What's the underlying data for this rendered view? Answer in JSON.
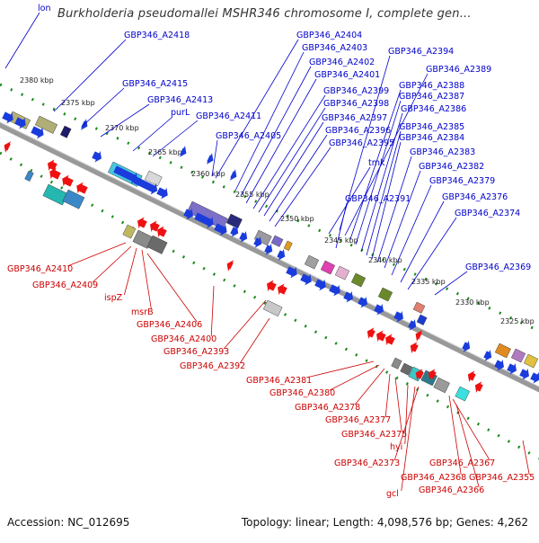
{
  "title": "Burkholderia pseudomallei MSHR346 chromosome I, complete gen...",
  "footer": {
    "accession": "Accession: NC_012695",
    "summary": "Topology: linear; Length: 4,098,576 bp; Genes: 4,262"
  },
  "colors": {
    "axis": "#888888",
    "top_label": "#0000cc",
    "bottom_label": "#cc0000",
    "forward_gene": "#1a3cdc",
    "reverse_gene": "#ee1111",
    "scale_dot": "#1a8a1a"
  },
  "scale_ticks": [
    "2380 kbp",
    "2375 kbp",
    "2370 kbp",
    "2365 kbp",
    "2360 kbp",
    "2355 kbp",
    "2350 kbp",
    "2345 kbp",
    "2340 kbp",
    "2335 kbp",
    "2330 kbp",
    "2325 kbp"
  ],
  "top_labels": [
    "lon",
    "GBP346_A2418",
    "GBP346_A2415",
    "GBP346_A2413",
    "purL",
    "GBP346_A2411",
    "GBP346_A2405",
    "GBP346_A2404",
    "GBP346_A2403",
    "GBP346_A2402",
    "GBP346_A2401",
    "GBP346_A2399",
    "GBP346_A2398",
    "GBP346_A2397",
    "GBP346_A2396",
    "GBP346_A2395",
    "tmk",
    "GBP346_A2391",
    "GBP346_A2394",
    "GBP346_A2389",
    "GBP346_A2388",
    "GBP346_A2387",
    "GBP346_A2386",
    "GBP346_A2385",
    "GBP346_A2384",
    "GBP346_A2383",
    "GBP346_A2382",
    "GBP346_A2379",
    "GBP346_A2376",
    "GBP346_A2374",
    "GBP346_A2369"
  ],
  "bottom_labels": [
    "GBP346_A2410",
    "GBP346_A2409",
    "ispZ",
    "msrB",
    "GBP346_A2406",
    "GBP346_A2400",
    "GBP346_A2393",
    "GBP346_A2392",
    "GBP346_A2381",
    "GBP346_A2380",
    "GBP346_A2378",
    "GBP346_A2377",
    "GBP346_A2375",
    "hyi",
    "GBP346_A2373",
    "GBP346_A2368",
    "GBP346_A2367",
    "gcl",
    "GBP346_A2366",
    "GBP346_A2355"
  ]
}
